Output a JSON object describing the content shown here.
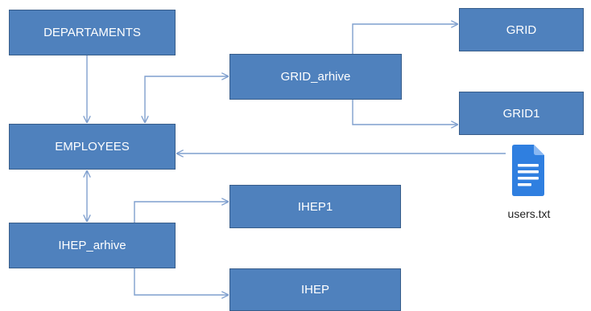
{
  "nodes": {
    "departaments": "DEPARTAMENTS",
    "employees": "EMPLOYEES",
    "ihep_arhive": "IHEP_arhive",
    "grid_arhive": "GRID_arhive",
    "ihep1": "IHEP1",
    "ihep": "IHEP",
    "grid": "GRID",
    "grid1": "GRID1"
  },
  "file": {
    "label": "users.txt",
    "icon": "document-file-icon"
  },
  "colors": {
    "box_fill": "#4f81bd",
    "box_border": "#385d8a",
    "box_text": "#ffffff",
    "connector": "#7f9fce",
    "file_icon": "#2f7fe0"
  }
}
